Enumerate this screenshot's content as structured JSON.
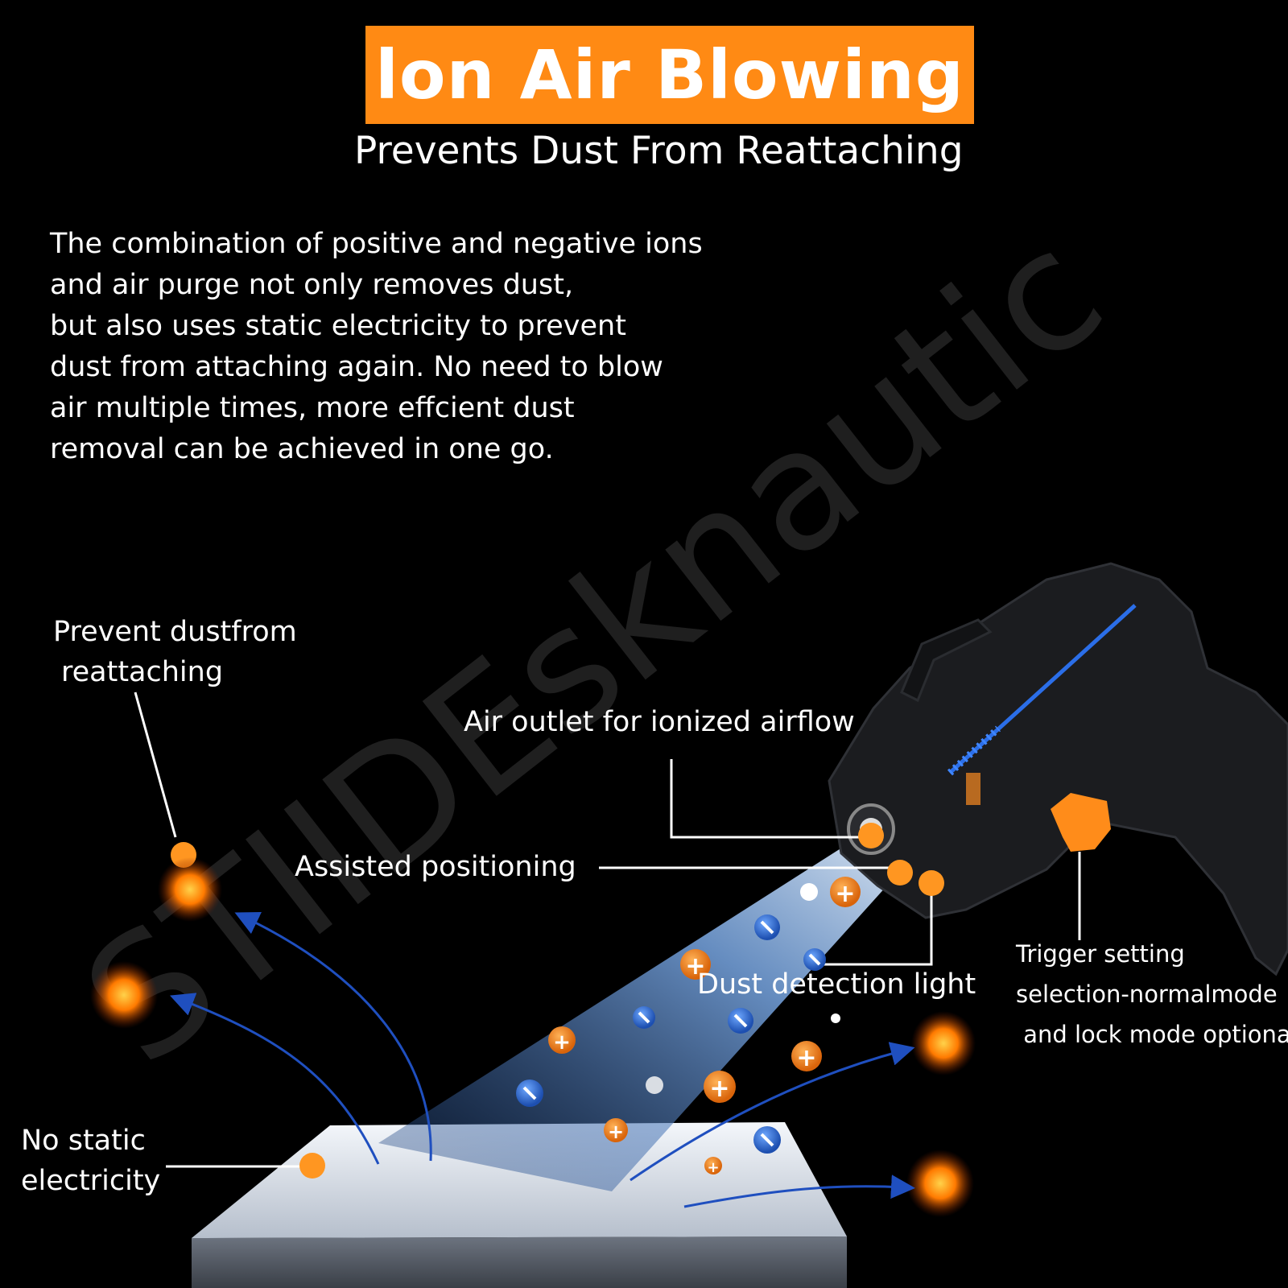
{
  "colors": {
    "accent": "#ff8a14",
    "background": "#000000",
    "beam": "#5e97ea",
    "text": "#ffffff"
  },
  "header": {
    "title": "lon Air Blowing",
    "subtitle": "Prevents Dust From Reattaching"
  },
  "description": {
    "lines": [
      "The combination of positive and negative ions",
      "and air purge not only removes dust,",
      "but also uses static electricity to prevent",
      "dust from attaching again. No need to blow",
      "air multiple times, more effcient dust",
      "removal can be achieved in one go."
    ]
  },
  "callouts": {
    "prevent_dust": {
      "lines": [
        "Prevent dustfrom",
        "reattaching"
      ]
    },
    "air_outlet": {
      "text": "Air outlet for ionized airflow"
    },
    "assisted_positioning": {
      "text": "Assisted positioning"
    },
    "dust_detection_light": {
      "text": "Dust detection light"
    },
    "trigger_setting": {
      "lines": [
        "Trigger setting",
        "selection-normalmode",
        " and lock mode optional"
      ]
    },
    "no_static": {
      "lines": [
        "No static",
        "electricity"
      ]
    }
  },
  "watermark": {
    "text": "STIIDEsknautic"
  }
}
